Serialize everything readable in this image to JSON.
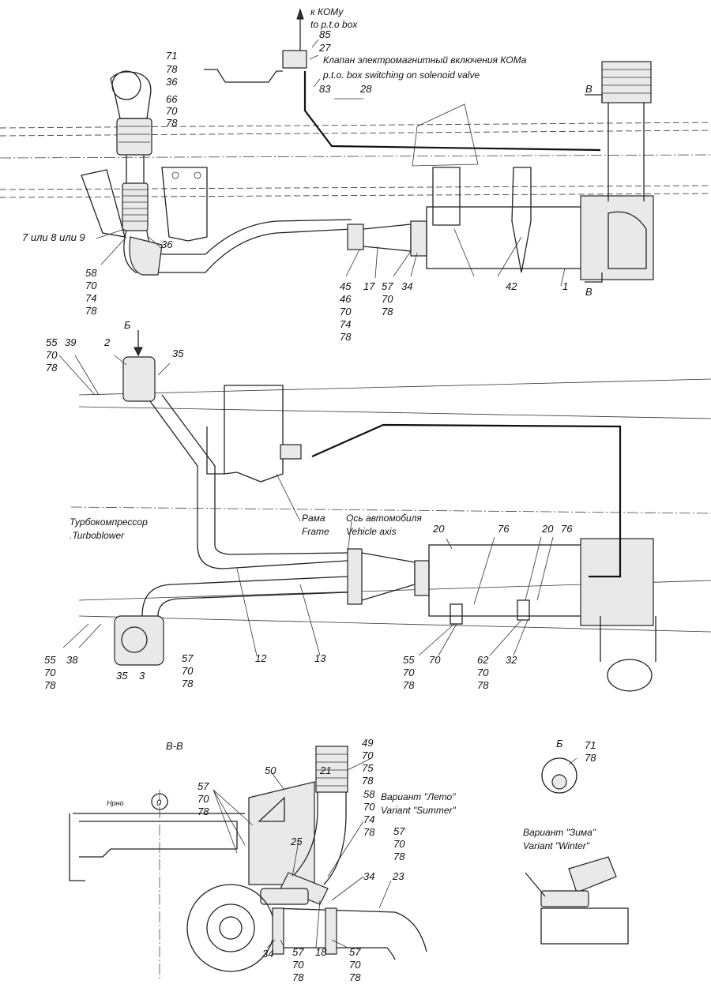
{
  "captions": {
    "to_pto_ru": "к КОМу",
    "to_pto_en": "to p.t.o box",
    "valve_ru": "Клапан электромагнитный включения КОМа",
    "valve_en": "p.t.o. box switching on solenoid valve",
    "turbo_ru": "Турбокомпрессор",
    "turbo_en": ".Turboblower",
    "frame_ru": "Рама",
    "frame_en": "Frame",
    "axis_ru": "Ось автомобиля",
    "axis_en": "Vehicle axis",
    "section_bb": "В-В",
    "view_b": "Б",
    "view_b_top": "Б",
    "section_mark": "В",
    "section_mark_bottom": "В",
    "summer_ru": "Вариант \"Лето\"",
    "summer_en": "Variant \"Summer\"",
    "winter_ru": "Вариант \"Зима\"",
    "winter_en": "Variant \"Winter\"",
    "small_label": "Нрно",
    "zero": "0"
  },
  "callouts": {
    "top": [
      "85",
      "27",
      "83",
      "28",
      "71",
      "78",
      "36",
      "66",
      "70",
      "78",
      "7 или 8 или 9",
      "58",
      "70",
      "74",
      "78",
      "36",
      "45",
      "46",
      "70",
      "74",
      "78",
      "17",
      "57",
      "70",
      "78",
      "34",
      "42",
      "1"
    ],
    "middle": [
      "55",
      "70",
      "78",
      "39",
      "2",
      "35",
      "20",
      "76",
      "20",
      "76",
      "55",
      "70",
      "78",
      "38",
      "35",
      "3",
      "57",
      "70",
      "78",
      "12",
      "13",
      "55",
      "70",
      "78",
      "70",
      "62",
      "70",
      "78",
      "32"
    ],
    "bottom": [
      "49",
      "70",
      "75",
      "78",
      "50",
      "21",
      "57",
      "70",
      "78",
      "58",
      "70",
      "74",
      "78",
      "25",
      "57",
      "70",
      "78",
      "34",
      "23",
      "34",
      "57",
      "70",
      "78",
      "18",
      "57",
      "70",
      "78",
      "71",
      "78"
    ]
  }
}
